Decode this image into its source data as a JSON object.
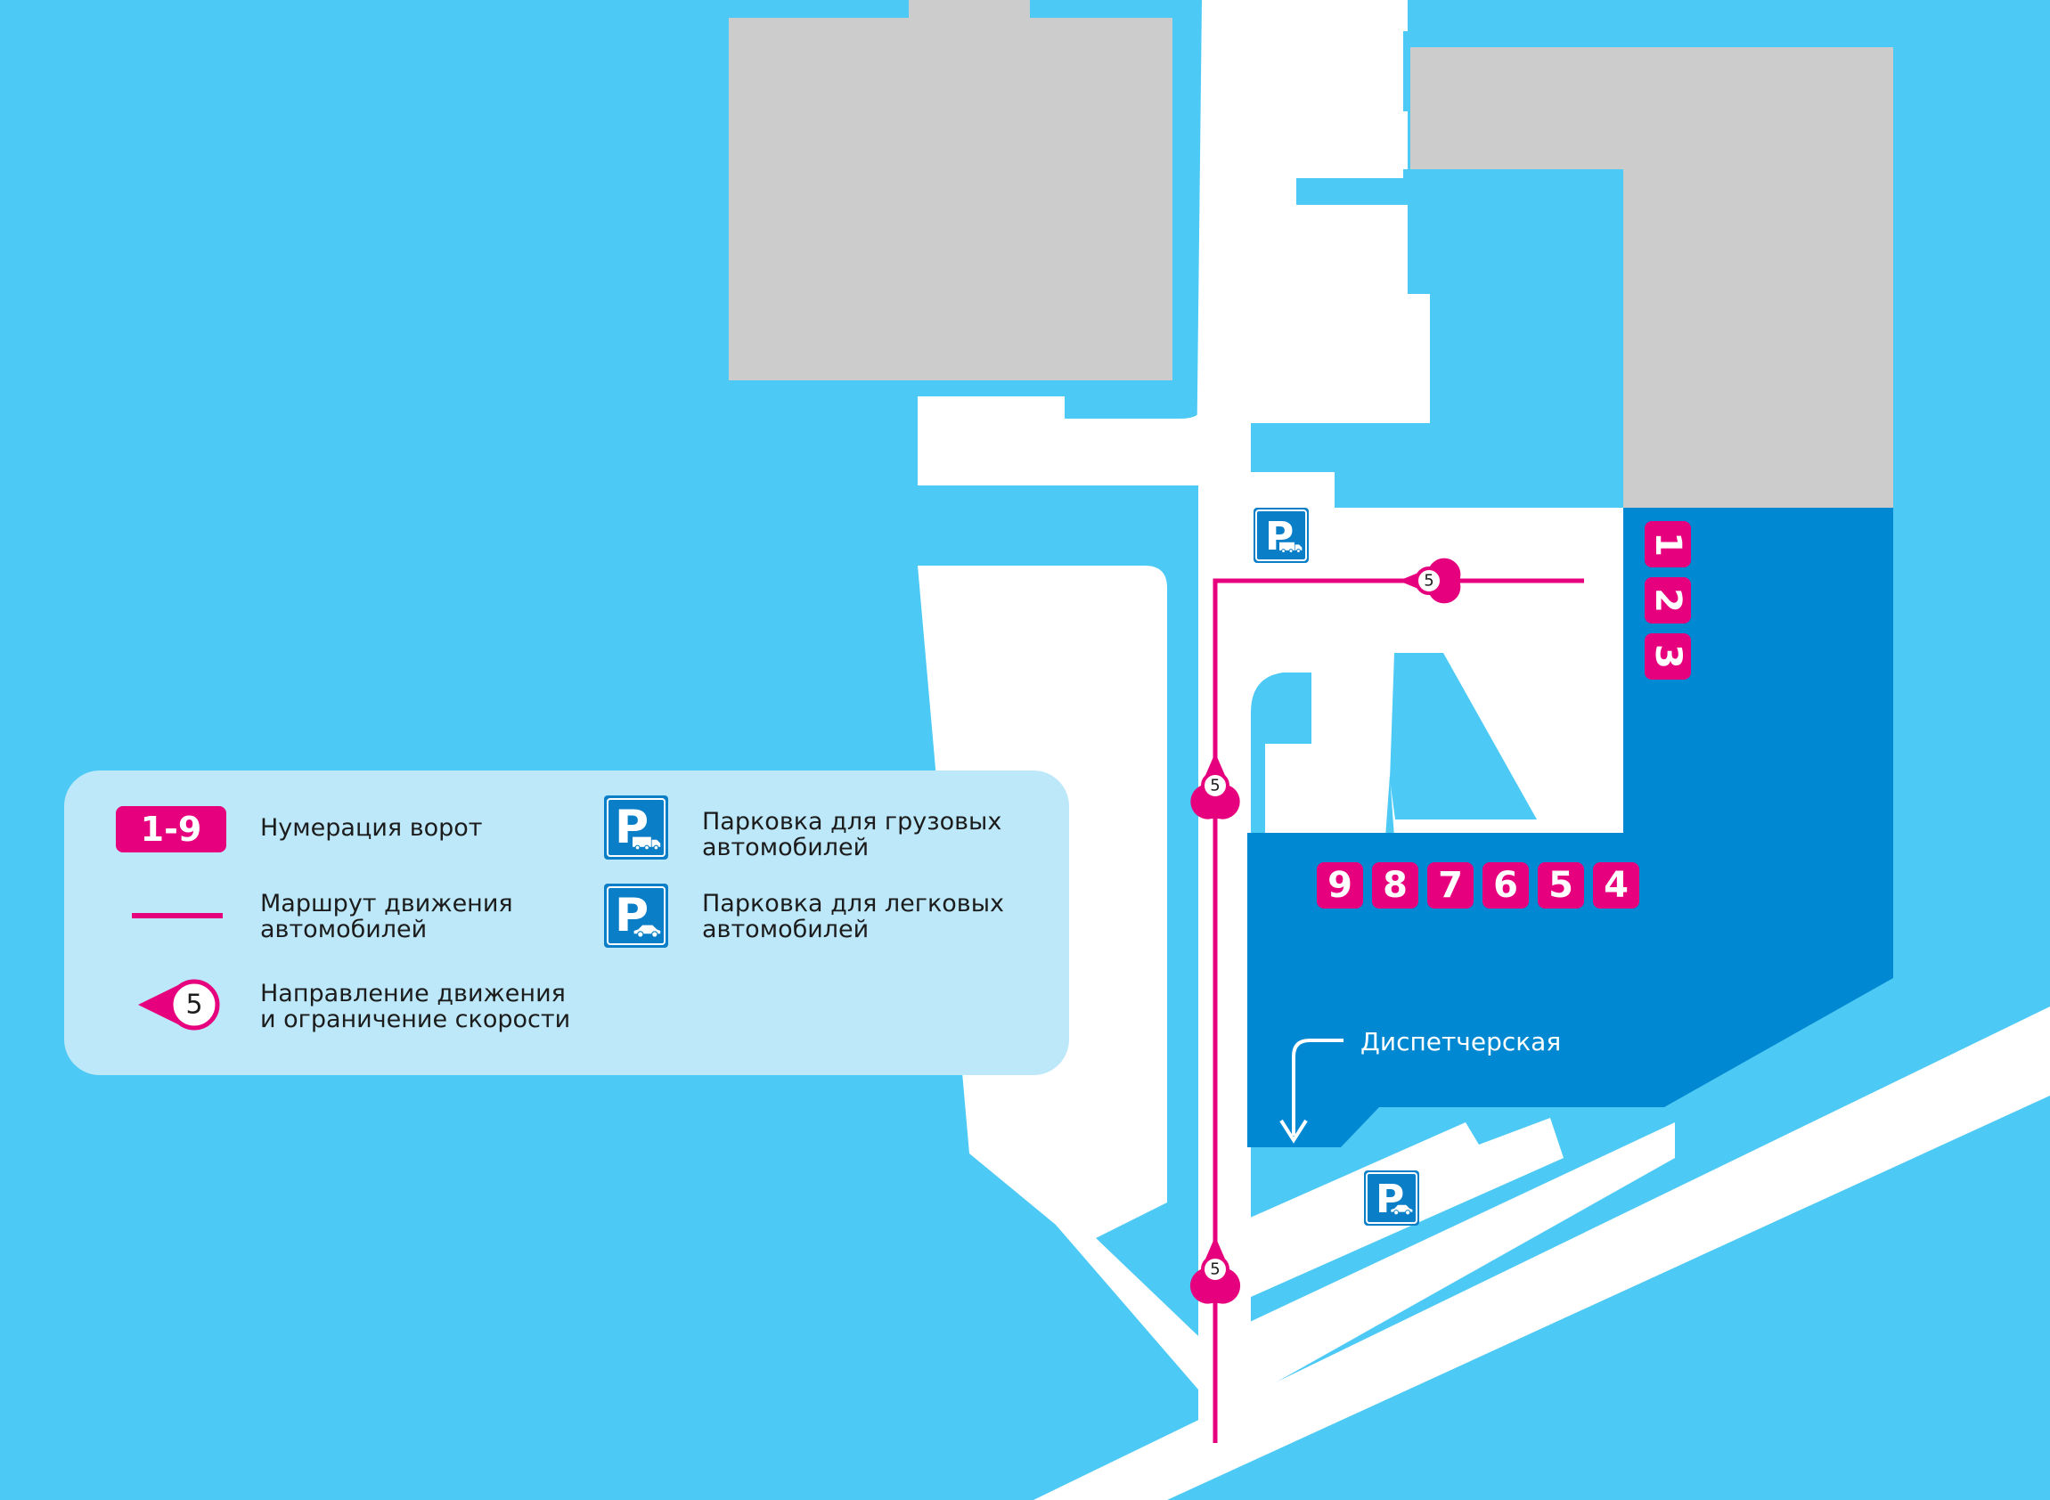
{
  "colors": {
    "background": "#4cc9f4",
    "road": "#ffffff",
    "building": "#cccccc",
    "warehouse": "#0089d2",
    "route": "#e6007e",
    "gate_badge": "#e6007e",
    "parking_sign": "#0a7fc8",
    "legend_panel": "#bde8f9"
  },
  "gates": {
    "right_column": [
      "1",
      "2",
      "3"
    ],
    "bottom_row": [
      "9",
      "8",
      "7",
      "6",
      "5",
      "4"
    ]
  },
  "speed_limit": "5",
  "map_labels": {
    "dispatcher": "Диспетчерская"
  },
  "parking_icons": {
    "truck_icon": "truck-icon",
    "car_icon": "car-icon",
    "letter": "P"
  },
  "legend": {
    "gate_numbering": {
      "badge": "1-9",
      "text": "Нумерация ворот"
    },
    "route": {
      "line1": "Маршрут движения",
      "line2": "автомобилей"
    },
    "speed": {
      "badge": "5",
      "line1": "Направление движения",
      "line2": "и ограничение скорости"
    },
    "truck_parking": {
      "line1": "Парковка для грузовых",
      "line2": "автомобилей"
    },
    "car_parking": {
      "line1": "Парковка для легковых",
      "line2": "автомобилей"
    }
  }
}
